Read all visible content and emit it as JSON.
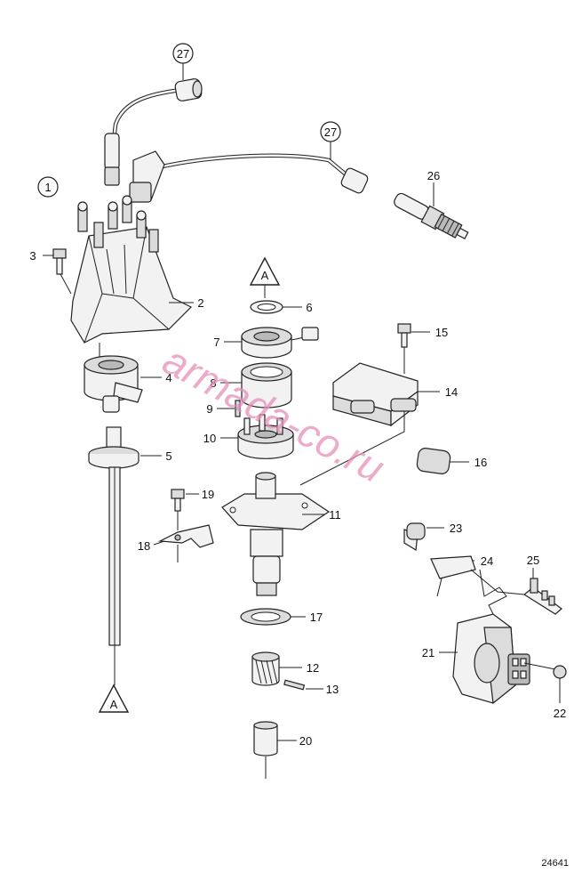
{
  "labels": {
    "p1": "1",
    "p2": "2",
    "p3": "3",
    "p4": "4",
    "p5": "5",
    "p6": "6",
    "p7": "7",
    "p8": "8",
    "p9": "9",
    "p10": "10",
    "p11": "11",
    "p12": "12",
    "p13": "13",
    "p14": "14",
    "p15": "15",
    "p16": "16",
    "p17": "17",
    "p18": "18",
    "p19": "19",
    "p20": "20",
    "p21": "21",
    "p22": "22",
    "p23": "23",
    "p24": "24",
    "p25": "25",
    "p26": "26",
    "p27a": "27",
    "p27b": "27",
    "refTop": "A",
    "refBottom": "A"
  },
  "watermark": "armada-co.ru",
  "figure_number": "24641"
}
